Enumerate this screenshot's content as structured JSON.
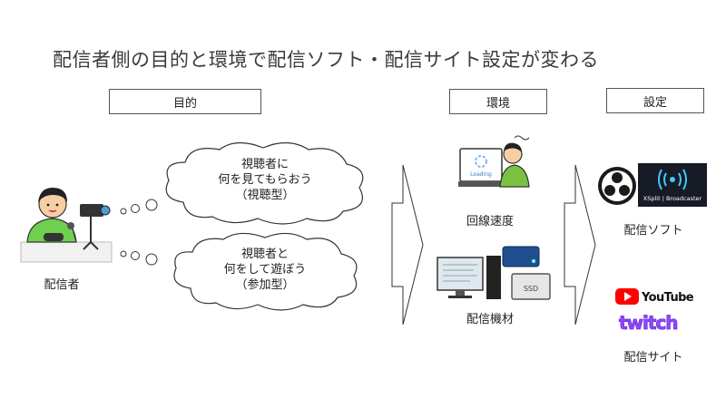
{
  "title": "配信者側の目的と環境で配信ソフト・配信サイト設定が変わる",
  "headers": {
    "purpose": "目的",
    "environment": "環境",
    "settings": "設定"
  },
  "streamer_label": "配信者",
  "cloud_watch": {
    "line1": "視聴者に",
    "line2": "何を見てもらおう",
    "line3": "（視聴型）"
  },
  "cloud_play": {
    "line1": "視聴者と",
    "line2": "何をして遊ぼう",
    "line3": "（参加型）"
  },
  "environment_items": {
    "speed": "回線速度",
    "equipment": "配信機材",
    "loading_text": "Loading",
    "ssd_text": "SSD"
  },
  "settings_items": {
    "software": "配信ソフト",
    "site": "配信サイト",
    "xsplit_text": "XSplit | Broadcaster",
    "youtube_text": "YouTube",
    "twitch_text": "twitch"
  }
}
